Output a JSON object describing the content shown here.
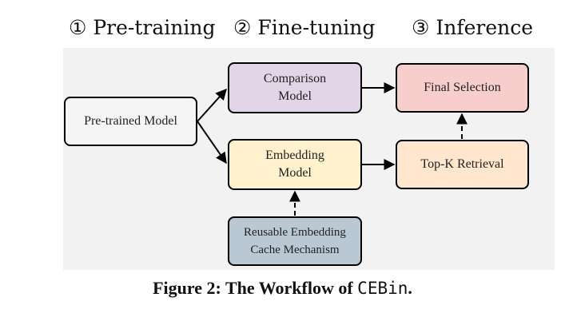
{
  "stages": [
    {
      "label": "① Pre-training"
    },
    {
      "label": "② Fine-tuning"
    },
    {
      "label": "③ Inference"
    }
  ],
  "nodes": {
    "pretrained": {
      "lines": [
        "Pre-trained Model"
      ],
      "fill": "#f5f5f5"
    },
    "comparison": {
      "lines": [
        "Comparison",
        "Model"
      ],
      "fill": "#e1d5e7"
    },
    "embedding": {
      "lines": [
        "Embedding",
        "Model"
      ],
      "fill": "#fff2cc"
    },
    "cache": {
      "lines": [
        "Reusable Embedding",
        "Cache Mechanism"
      ],
      "fill": "#bac8d3"
    },
    "final": {
      "lines": [
        "Final Selection"
      ],
      "fill": "#f8cecc"
    },
    "topk": {
      "lines": [
        "Top-K Retrieval"
      ],
      "fill": "#ffe6cc"
    }
  },
  "caption": {
    "prefix": "Figure 2: The Workflow of ",
    "system": "CEBin",
    "suffix": "."
  }
}
